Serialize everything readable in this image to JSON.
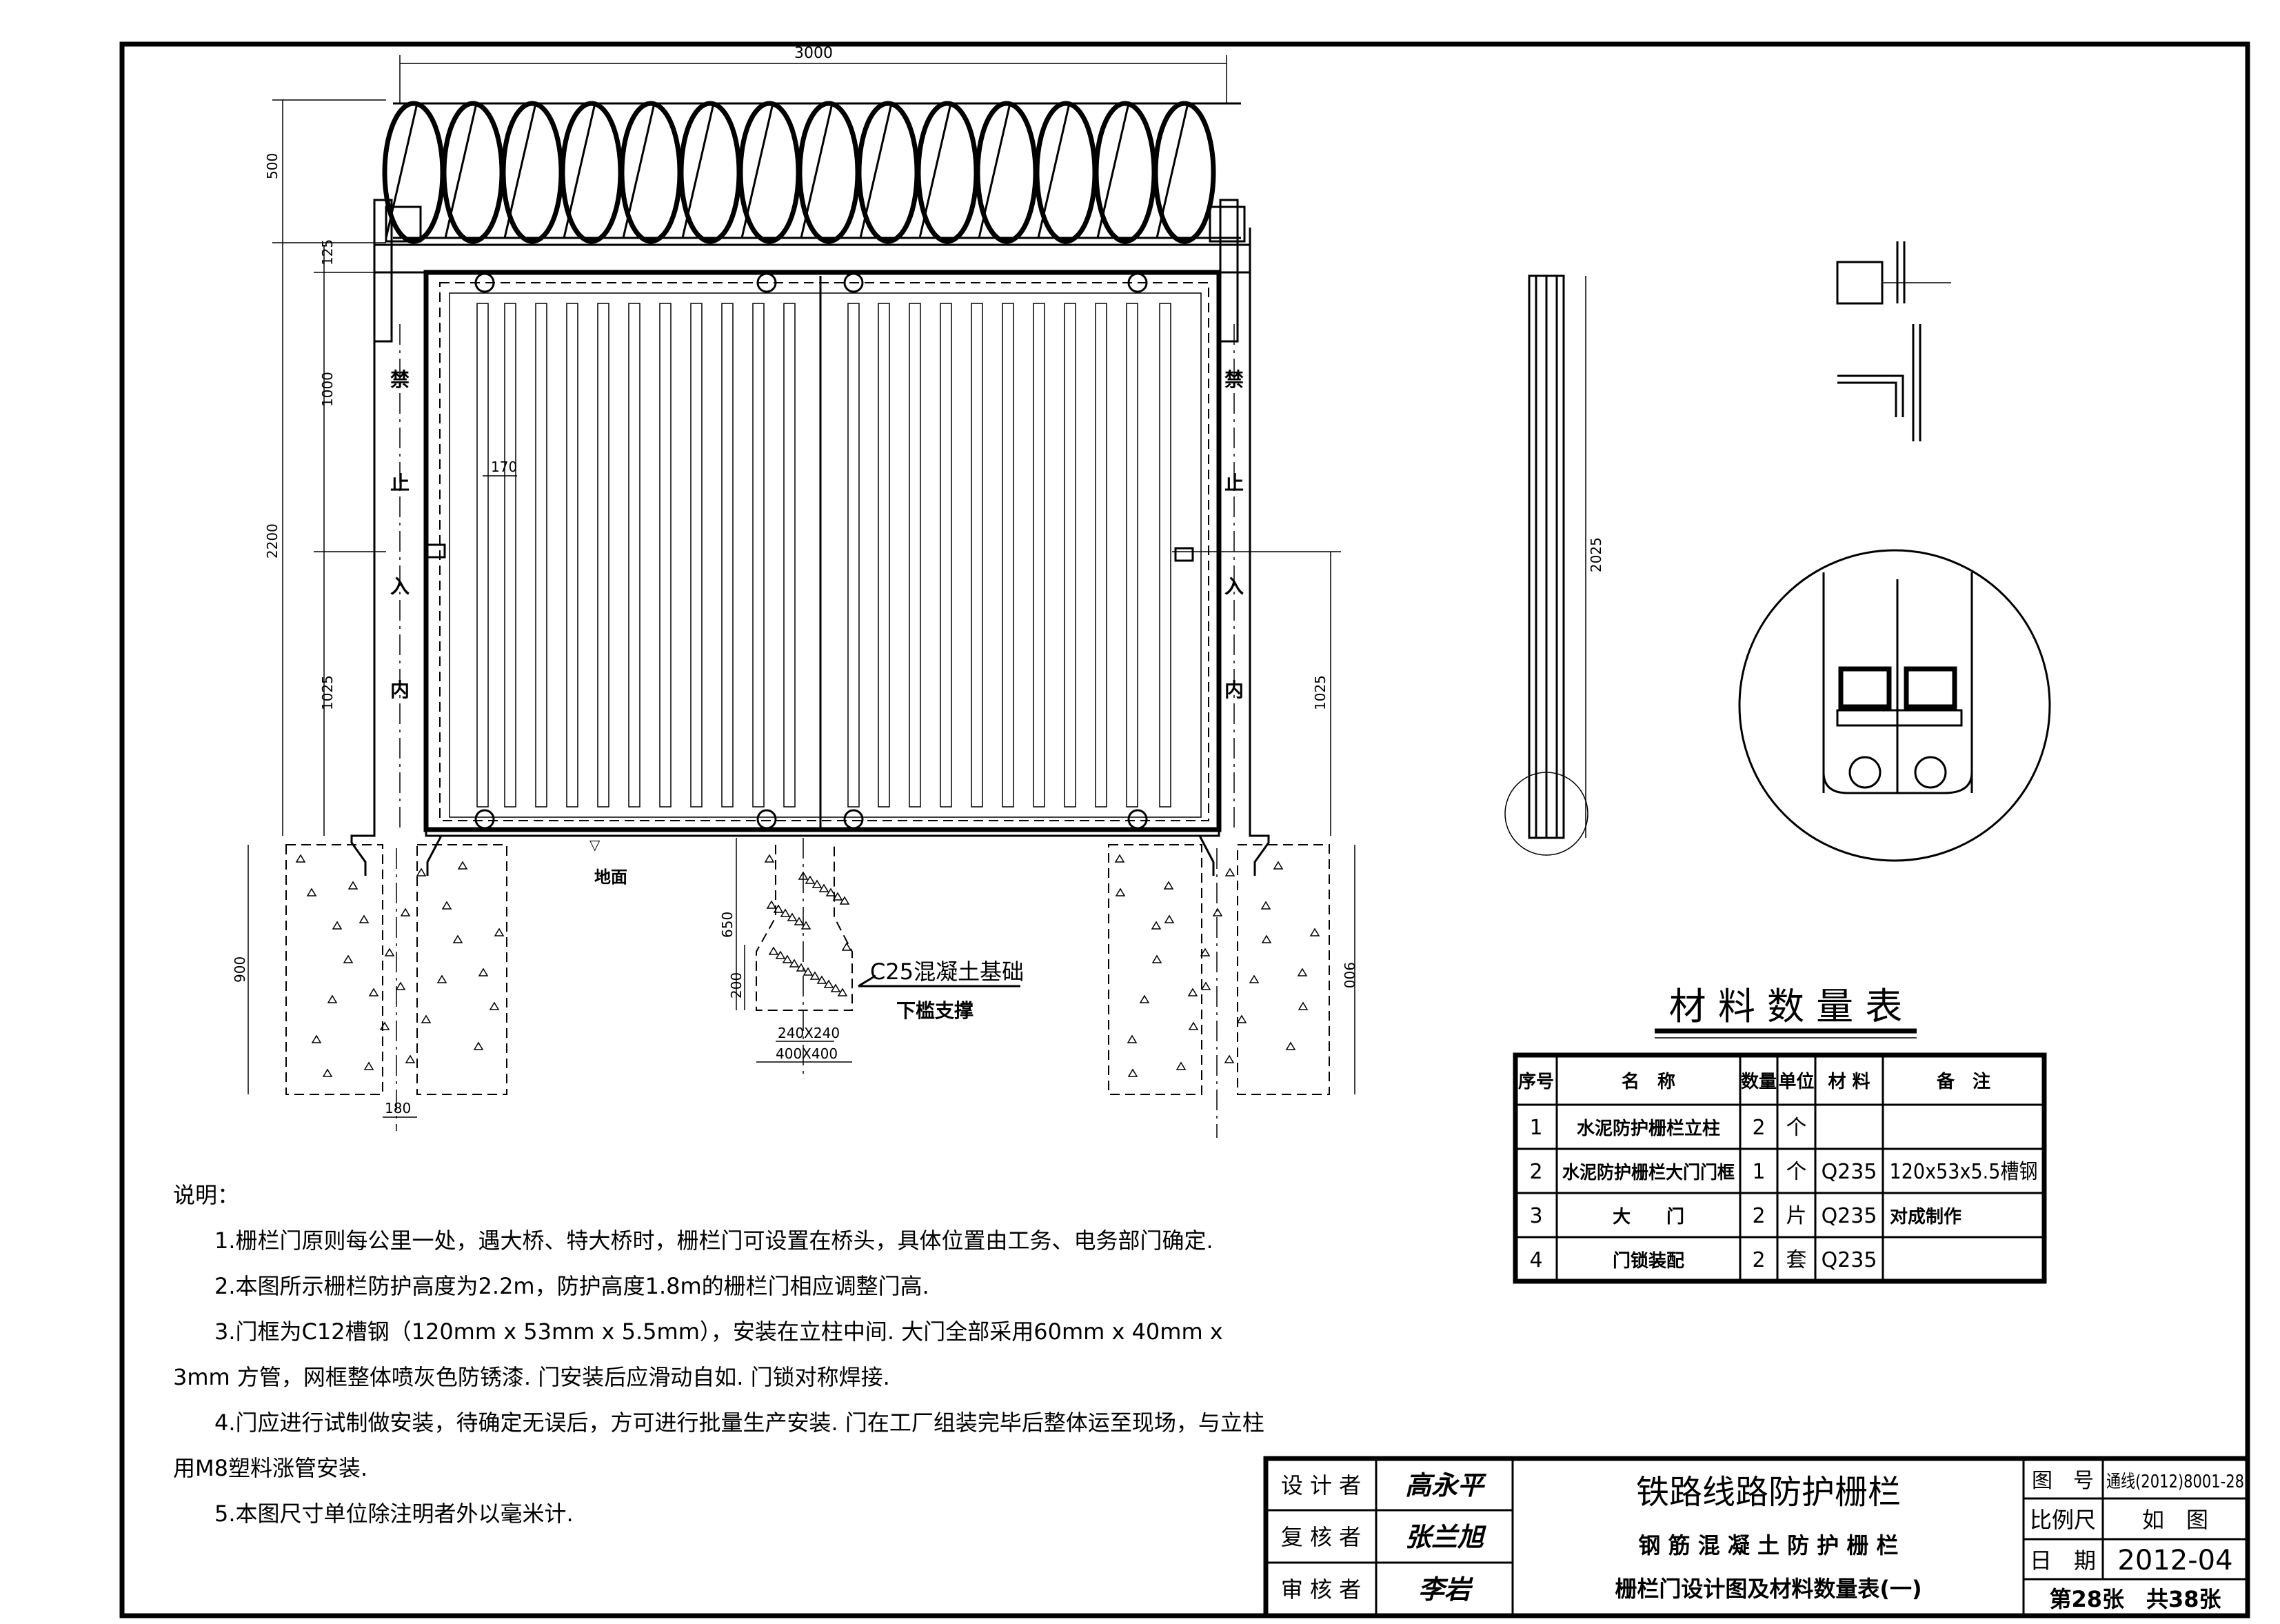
{
  "drawing": {
    "dims": {
      "width_top": "3000",
      "h_500": "500",
      "h_125": "125",
      "h_1000": "1000",
      "h_2200": "2200",
      "h_1025_left": "1025",
      "h_1025_right": "1025",
      "bar_spacing": "170",
      "found_900_left": "900",
      "found_900_right": "900",
      "post_180": "180",
      "center_650": "650",
      "center_200": "200",
      "base_240": "240X240",
      "base_400": "400X400",
      "side_2025": "2025"
    },
    "post_text_left": [
      "禁",
      "止",
      "入",
      "内"
    ],
    "post_text_right": [
      "禁",
      "止",
      "入",
      "内"
    ],
    "ground_label": "地面",
    "foundation_label": "C25混凝土基础",
    "support_label": "下槛支撑"
  },
  "table": {
    "title": "材 料 数 量 表",
    "headers": [
      "序号",
      "名　称",
      "数量",
      "单位",
      "材 料",
      "备　注"
    ],
    "rows": [
      [
        "1",
        "水泥防护栅栏立柱",
        "2",
        "个",
        "",
        ""
      ],
      [
        "2",
        "水泥防护栅栏大门门框",
        "1",
        "个",
        "Q235",
        "120x53x5.5槽钢"
      ],
      [
        "3",
        "大　　门",
        "2",
        "片",
        "Q235",
        "对成制作"
      ],
      [
        "4",
        "门锁装配",
        "2",
        "套",
        "Q235",
        ""
      ]
    ]
  },
  "notes": {
    "heading": "说明：",
    "items": [
      "1.栅栏门原则每公里一处，遇大桥、特大桥时，栅栏门可设置在桥头，具体位置由工务、电务部门确定.",
      "2.本图所示栅栏防护高度为2.2m，防护高度1.8m的栅栏门相应调整门高.",
      "3.门框为C12槽钢（120mm x 53mm x 5.5mm），安装在立柱中间. 大门全部采用60mm x 40mm x 3mm 方管，网框整体喷灰色防锈漆. 门安装后应滑动自如. 门锁对称焊接.",
      "4.门应进行试制做安装，待确定无误后，方可进行批量生产安装. 门在工厂组装完毕后整体运至现场，与立柱用M8塑料涨管安装.",
      "5.本图尺寸单位除注明者外以毫米计."
    ]
  },
  "title_block": {
    "roles": [
      "设 计 者",
      "复 核 者",
      "审 核 者"
    ],
    "signatures": [
      "高永平",
      "张兰旭",
      "李岩"
    ],
    "title_main": "铁路线路防护栅栏",
    "title_sub": "钢 筋 混 凝 土 防 护 栅 栏",
    "title_sheet": "栅栏门设计图及材料数量表(一)",
    "drawing_no_label": "图　号",
    "drawing_no": "通线(2012)8001-28",
    "scale_label": "比例尺",
    "scale_value": "如　图",
    "date_label": "日　期",
    "date_value": "2012-04",
    "sheet": "第28张　共38张"
  }
}
